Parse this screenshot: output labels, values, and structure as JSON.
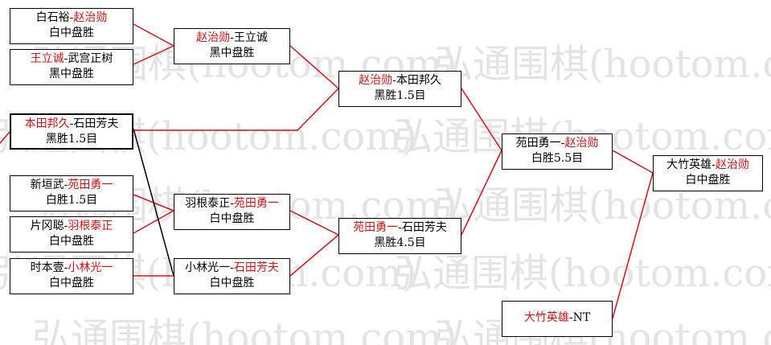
{
  "watermark": {
    "text": "弘通围棋(hootom.com)"
  },
  "colors": {
    "winner": "#e01010",
    "normal": "#000000",
    "line_red": "#e01010",
    "line_black": "#000000",
    "watermark": "#e4e4e4"
  },
  "matches": {
    "r1_m1": {
      "p1": "白石裕",
      "sep": "-",
      "p2": "赵治勋",
      "winner": "p2",
      "result": "白中盘胜"
    },
    "r1_m2": {
      "p1": "王立诚",
      "sep": "-",
      "p2": "武宫正树",
      "winner": "p1",
      "result": "黑中盘胜"
    },
    "r1_m3": {
      "p1": "本田邦久",
      "sep": "-",
      "p2": "石田芳夫",
      "winner": "p1",
      "result": "黑胜1.5目"
    },
    "r1_m4": {
      "p1": "新垣武",
      "sep": "-",
      "p2": "苑田勇一",
      "winner": "p2",
      "result": "白胜1.5目"
    },
    "r1_m5": {
      "p1": "片冈聪",
      "sep": "-",
      "p2": "羽根泰正",
      "winner": "p2",
      "result": "白中盘胜"
    },
    "r1_m6": {
      "p1": "时本壹",
      "sep": "-",
      "p2": "小林光一",
      "winner": "p2",
      "result": "白中盘胜"
    },
    "r2_m1": {
      "p1": "赵治勋",
      "sep": "-",
      "p2": "王立诚",
      "winner": "p1",
      "result": "黑中盘胜"
    },
    "r2_m2": {
      "p1": "羽根泰正",
      "sep": "-",
      "p2": "苑田勇一",
      "winner": "p2",
      "result": "白中盘胜"
    },
    "r2_m3": {
      "p1": "小林光一",
      "sep": "-",
      "p2": "石田芳夫",
      "winner": "p2",
      "result": "白中盘胜"
    },
    "r3_m1": {
      "p1": "赵治勋",
      "sep": "-",
      "p2": "本田邦久",
      "winner": "p1",
      "result": "黑胜1.5目"
    },
    "r3_m2": {
      "p1": "苑田勇一",
      "sep": "-",
      "p2": "石田芳夫",
      "winner": "p1",
      "result": "黑胜4.5目"
    },
    "r4_m1": {
      "p1": "苑田勇一",
      "sep": "-",
      "p2": "赵治勋",
      "winner": "p2",
      "result": "白胜5.5目"
    },
    "r4_m2": {
      "p1": "大竹英雄",
      "sep": "-",
      "p2": "NT",
      "winner": "p1",
      "result": ""
    },
    "final": {
      "p1": "大竹英雄",
      "sep": "-",
      "p2": "赵治勋",
      "winner": "p2",
      "result": "白中盘胜"
    }
  }
}
